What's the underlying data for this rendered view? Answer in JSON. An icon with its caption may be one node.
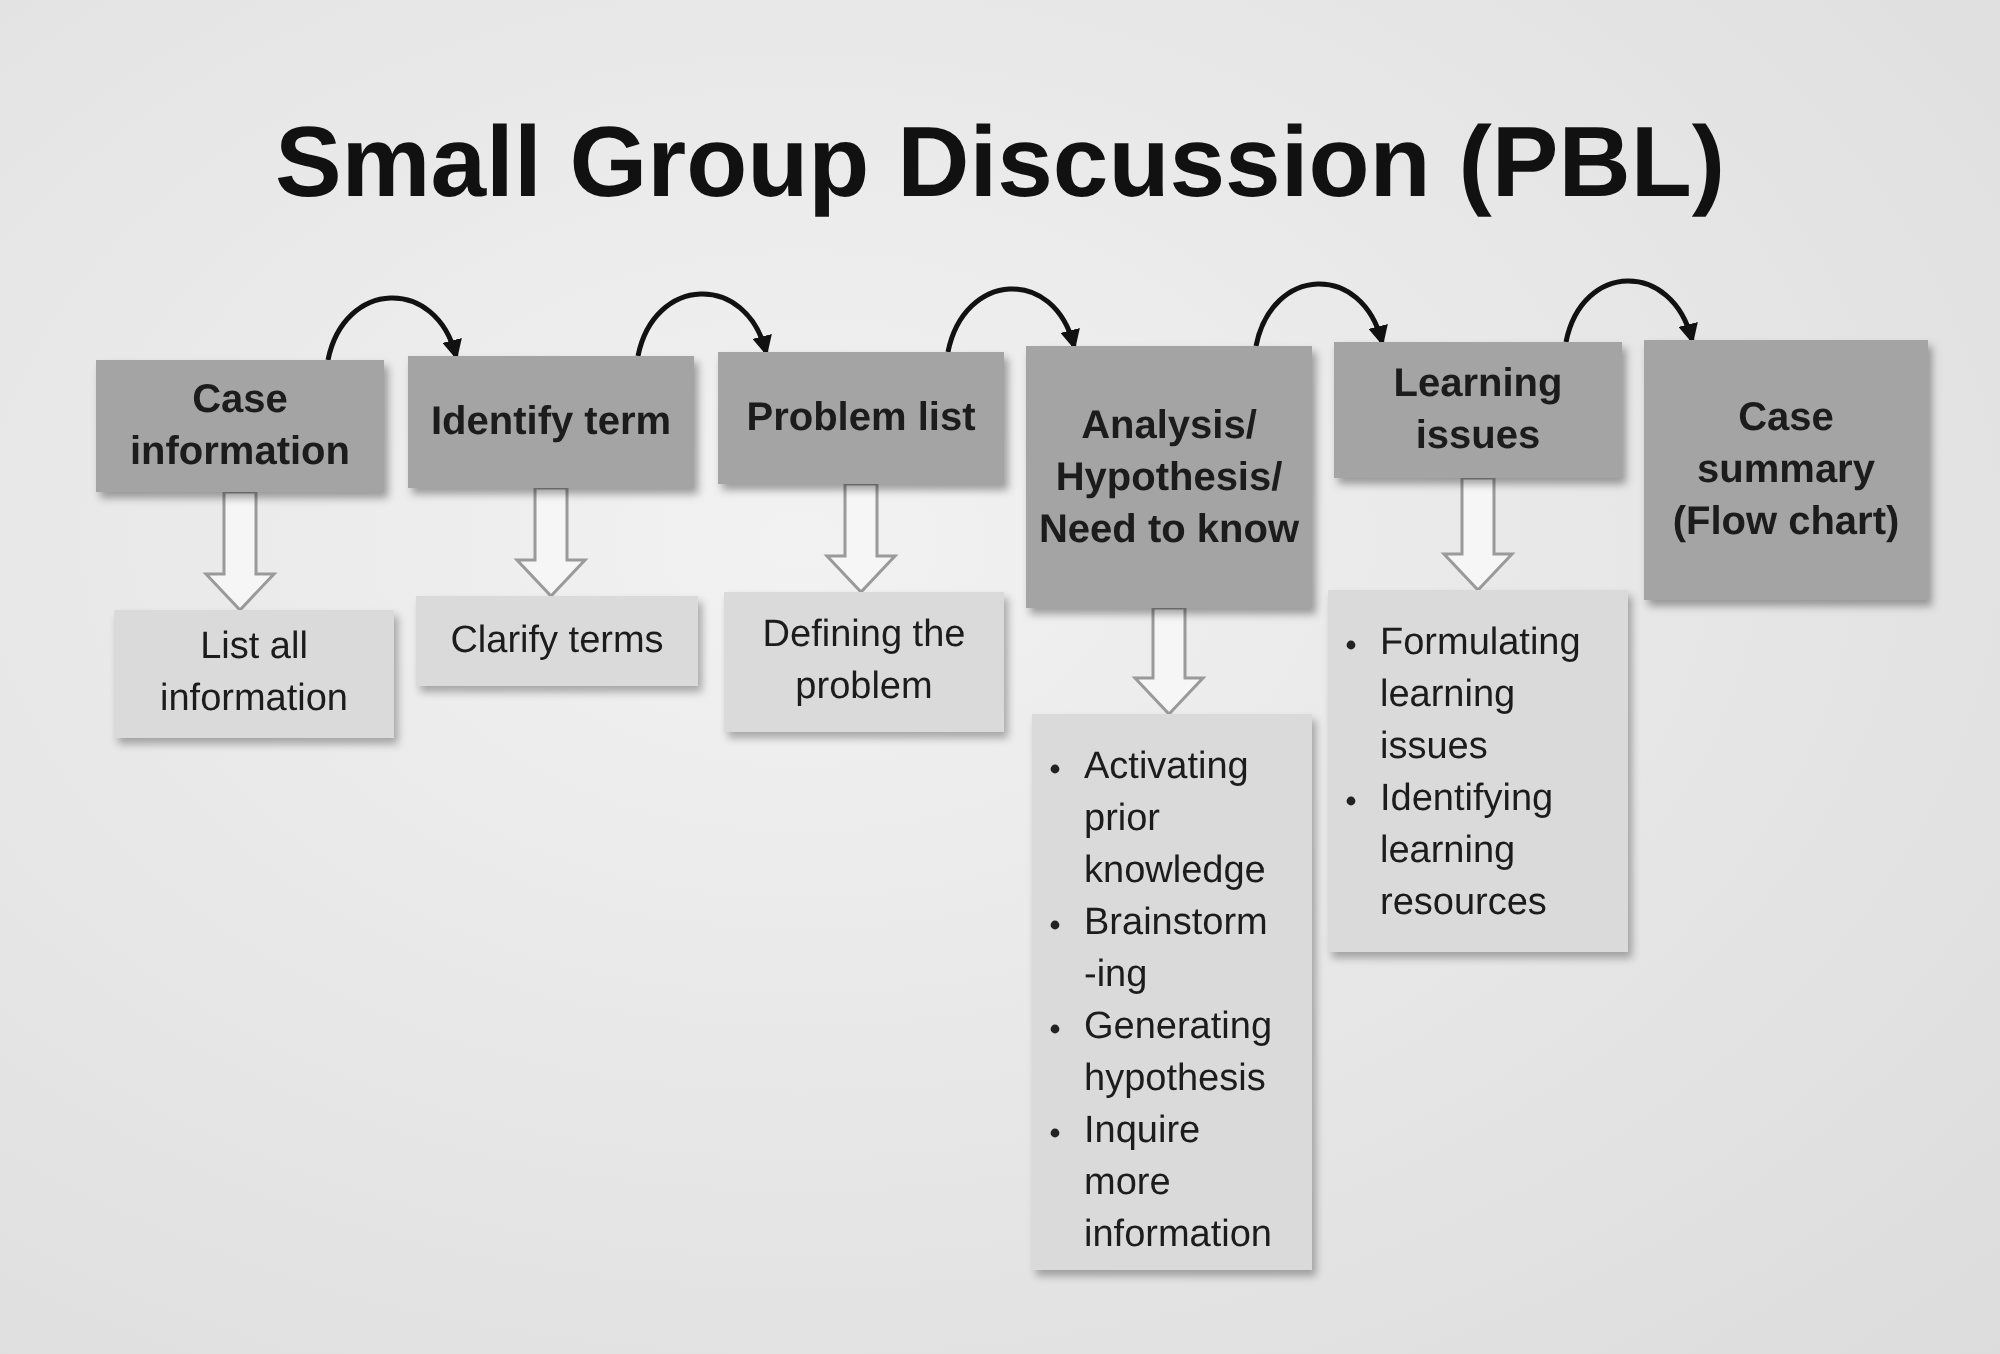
{
  "diagram": {
    "title": "Small Group Discussion (PBL)",
    "nodes": [
      {
        "text": [
          "Case information"
        ]
      },
      {
        "text": [
          "Identify term"
        ]
      },
      {
        "text": [
          "Problem list"
        ]
      },
      {
        "text": [
          "Analysis/ Hypothesis/ Need to know"
        ]
      },
      {
        "text": [
          "Learning issues"
        ]
      },
      {
        "text": [
          "Case summary (Flow chart)"
        ]
      },
      {
        "text": [
          "List all information"
        ]
      },
      {
        "text": [
          "Clarify terms"
        ]
      },
      {
        "text": [
          "Defining the problem"
        ]
      },
      {
        "text": [
          "Activating prior knowledge",
          "Brainstorm -ing",
          "Generating hypothesis",
          "Inquire more information"
        ]
      },
      {
        "text": [
          "Formulating learning issues",
          "Identifying learning resources"
        ]
      }
    ],
    "edges": [
      {
        "from": 0,
        "to": 1,
        "arrow": "to"
      },
      {
        "from": 1,
        "to": 2,
        "arrow": "to"
      },
      {
        "from": 2,
        "to": 3,
        "arrow": "to"
      },
      {
        "from": 3,
        "to": 4,
        "arrow": "to"
      },
      {
        "from": 4,
        "to": 5,
        "arrow": "to"
      },
      {
        "from": 0,
        "to": 6,
        "arrow": "to",
        "style": "thick"
      },
      {
        "from": 1,
        "to": 7,
        "arrow": "to",
        "style": "thick"
      },
      {
        "from": 2,
        "to": 8,
        "arrow": "to",
        "style": "thick"
      },
      {
        "from": 3,
        "to": 9,
        "arrow": "to",
        "style": "thick"
      },
      {
        "from": 4,
        "to": 10,
        "arrow": "to",
        "style": "thick"
      }
    ]
  }
}
